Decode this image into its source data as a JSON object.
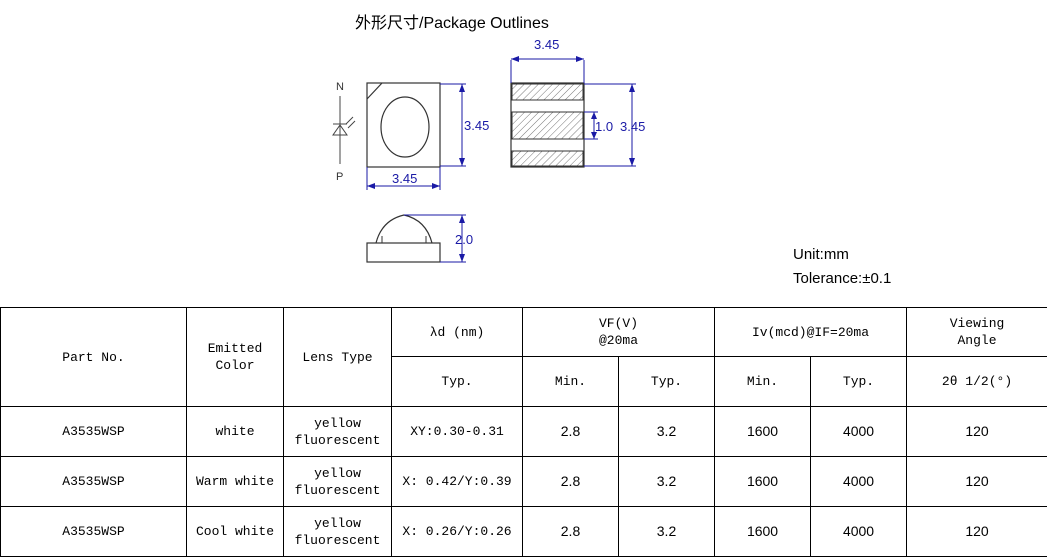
{
  "heading": "外形尺寸/Package Outlines",
  "drawing": {
    "dim_front_height": "3.45",
    "dim_front_width": "3.45",
    "dim_top_width": "3.45",
    "dim_pad": "1.0",
    "dim_back_height": "3.45",
    "dim_side_height": "2.0",
    "pin_n": "N",
    "pin_p": "P"
  },
  "unit": "Unit:mm",
  "tolerance": "Tolerance:±0.1",
  "table": {
    "headers": {
      "part_no": "Part No.",
      "emitted_color": "Emitted\nColor",
      "lens_type": "Lens Type",
      "wavelength": "λd (nm)",
      "vf": "VF(V)\n@20ma",
      "iv": "Iv(mcd)@IF=20ma",
      "viewing_angle": "Viewing\nAngle",
      "typ": "Typ.",
      "min": "Min.",
      "angle_unit": "2θ 1/2(°)"
    },
    "rows": [
      {
        "part": "A3535WSP",
        "color": "white",
        "lens": "yellow\nfluorescent",
        "wl": "XY:0.30-0.31",
        "vf_min": "2.8",
        "vf_typ": "3.2",
        "iv_min": "1600",
        "iv_typ": "4000",
        "angle": "120"
      },
      {
        "part": "A3535WSP",
        "color": "Warm white",
        "lens": "yellow\nfluorescent",
        "wl": "X: 0.42/Y:0.39",
        "vf_min": "2.8",
        "vf_typ": "3.2",
        "iv_min": "1600",
        "iv_typ": "4000",
        "angle": "120"
      },
      {
        "part": "A3535WSP",
        "color": "Cool white",
        "lens": "yellow\nfluorescent",
        "wl": "X: 0.26/Y:0.26",
        "vf_min": "2.8",
        "vf_typ": "3.2",
        "iv_min": "1600",
        "iv_typ": "4000",
        "angle": "120"
      }
    ]
  }
}
